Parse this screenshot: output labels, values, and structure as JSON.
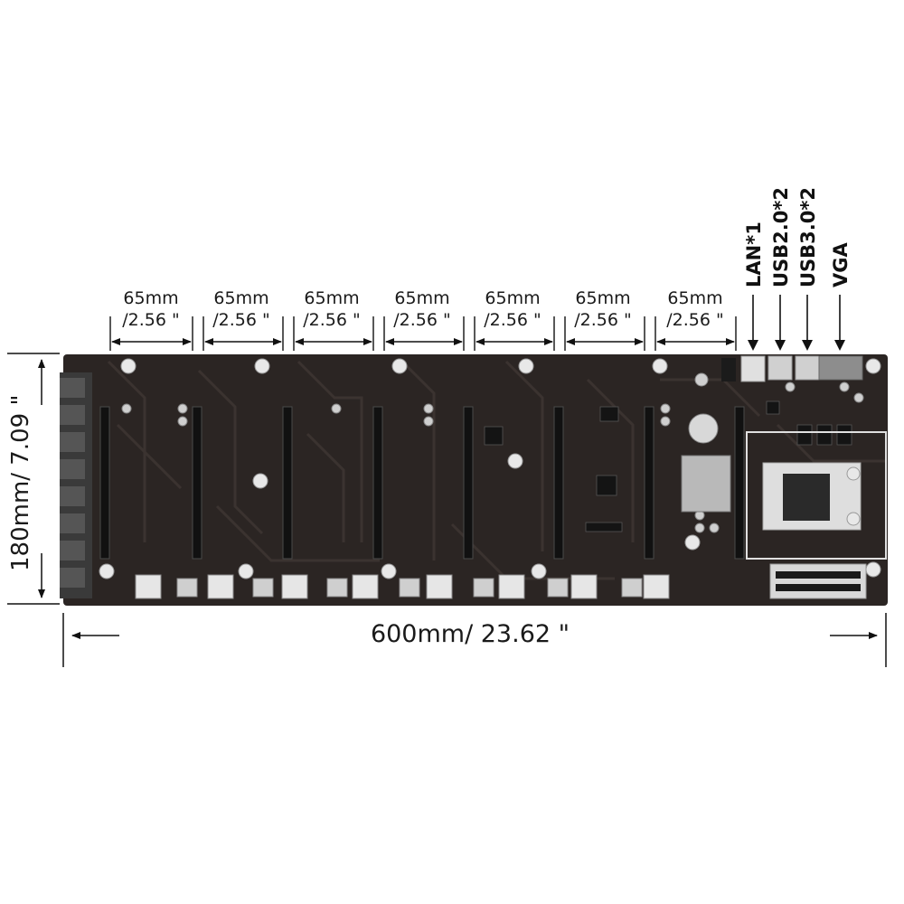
{
  "spacing": {
    "mm": "65mm",
    "inch": "/2.56 \""
  },
  "ports": [
    "LAN*1",
    "USB2.0*2",
    "USB3.0*2",
    "VGA"
  ],
  "width_label": "600mm/ 23.62 \"",
  "height_label": "180mm/ 7.09 \"",
  "board": {
    "pcb_color": "#2b2523",
    "trace_color": "#3b3330",
    "silkscreen_color": "#d9d4cf",
    "slot_color": "#111111"
  }
}
